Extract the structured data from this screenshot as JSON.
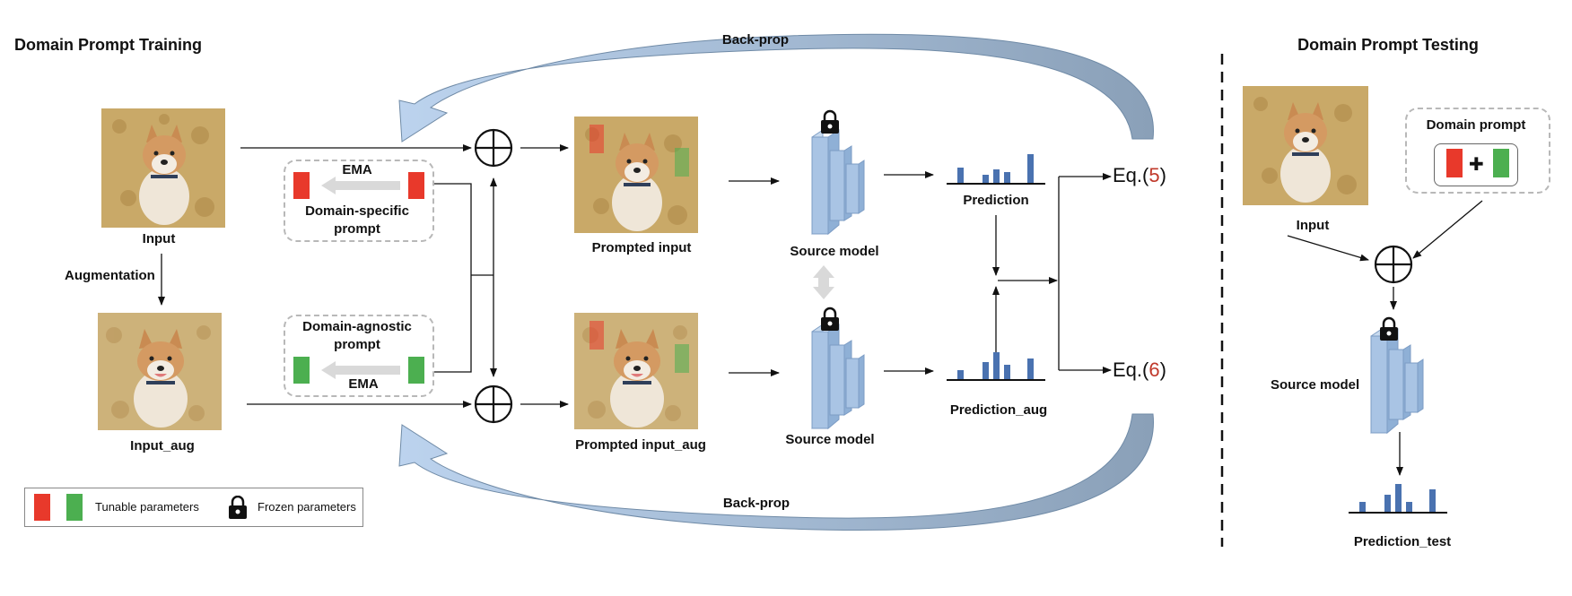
{
  "training": {
    "title": "Domain Prompt Training",
    "backprop_top": "Back-prop",
    "backprop_bottom": "Back-prop",
    "input_label": "Input",
    "augmentation_label": "Augmentation",
    "input_aug_label": "Input_aug",
    "ema_top": "EMA",
    "domain_specific_line1": "Domain-specific",
    "domain_specific_line2": "prompt",
    "domain_agnostic_line1": "Domain-agnostic",
    "domain_agnostic_line2": "prompt",
    "ema_bottom": "EMA",
    "prompted_input_label": "Prompted input",
    "prompted_input_aug_label": "Prompted input_aug",
    "source_model_top": "Source model",
    "source_model_bottom": "Source model",
    "prediction_label": "Prediction",
    "prediction_aug_label": "Prediction_aug",
    "eq5_prefix": "Eq.(",
    "eq5_num": "5",
    "eq5_suffix": ")",
    "eq6_prefix": "Eq.(",
    "eq6_num": "6",
    "eq6_suffix": ")"
  },
  "legend": {
    "tunable": "Tunable parameters",
    "frozen": "Frozen parameters"
  },
  "testing": {
    "title": "Domain Prompt Testing",
    "input_label": "Input",
    "domain_prompt_label": "Domain prompt",
    "source_model_label": "Source model",
    "prediction_test_label": "Prediction_test"
  },
  "colors": {
    "red_prompt": "#e8392b",
    "green_prompt": "#4caf50",
    "model_blue": "#a9c4e4",
    "bar_blue": "#4a72b0",
    "arrow_big": "#9fb4cc",
    "eq_number": "#c0392b"
  },
  "icons": [
    "lock-icon",
    "circled-plus-icon",
    "double-arrow-icon",
    "dog-photo"
  ]
}
